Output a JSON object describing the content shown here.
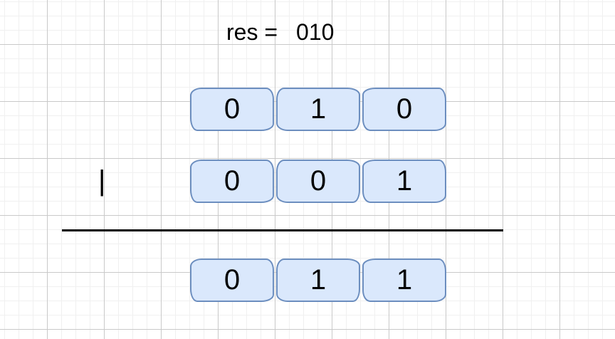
{
  "expression": {
    "label": "res =",
    "value": "010"
  },
  "operator": "|",
  "rows": [
    {
      "name": "operand-a",
      "bits": [
        "0",
        "1",
        "0"
      ]
    },
    {
      "name": "operand-b",
      "bits": [
        "0",
        "0",
        "1"
      ]
    },
    {
      "name": "result",
      "bits": [
        "0",
        "1",
        "1"
      ]
    }
  ],
  "colors": {
    "cell_fill": "#dae8fc",
    "cell_stroke": "#6c8ebf",
    "grid_minor": "#f0f0f0",
    "grid_major": "#c9c9c9",
    "text": "#000000"
  }
}
